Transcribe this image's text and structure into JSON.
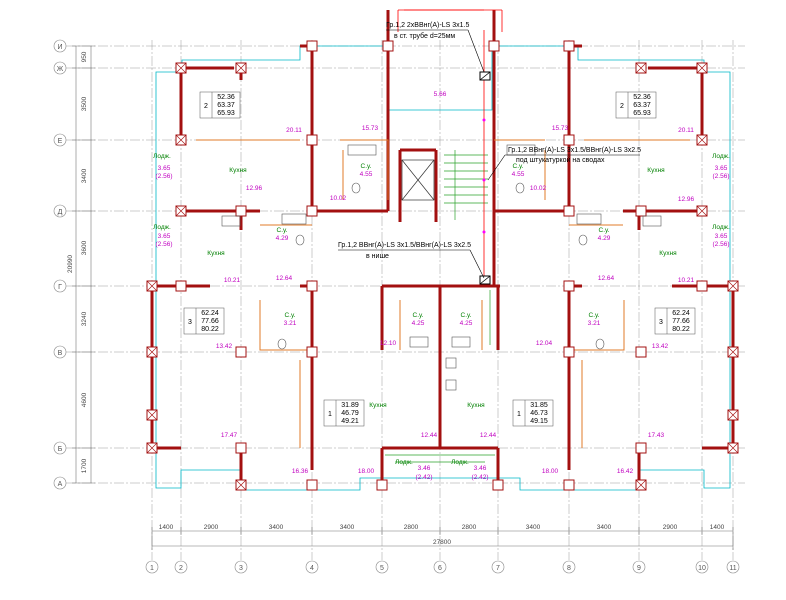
{
  "grid": {
    "rows": [
      "И",
      "Ж",
      "Е",
      "Д",
      "Г",
      "В",
      "Б",
      "А"
    ],
    "cols": [
      "1",
      "2",
      "3",
      "4",
      "5",
      "6",
      "7",
      "8",
      "9",
      "10",
      "11"
    ]
  },
  "dims": {
    "left": [
      "950",
      "3500",
      "3400",
      "3600",
      "20990",
      "3240",
      "4600",
      "1700"
    ],
    "bottom": [
      "1400",
      "2900",
      "3400",
      "3400",
      "2800",
      "2800",
      "3400",
      "3400",
      "2900",
      "1400"
    ],
    "total": "27800"
  },
  "notes": {
    "top_line1": "Гр.1,2 2хВВнг(А)-LS 3х1.5",
    "top_line2": "в ст. трубе d=25мм",
    "mid_line1": "Гр.1,2 ВВнг(А)-LS 3х1.5/ВВнг(А)-LS 3х2.5",
    "mid_line2": "под штукатуркой на сводах",
    "low_line1": "Гр.1,2 ВВнг(А)-LS 3х1.5/ВВнг(А)-LS 3х2.5",
    "low_line2": "в нише"
  },
  "rooms": {
    "kitchen": "Кухня",
    "wc": "С.у.",
    "loggia": "Лодж."
  },
  "apartments": {
    "tl": {
      "num": "2",
      "a": "52.36",
      "b": "63.37",
      "c": "65.93"
    },
    "tr": {
      "num": "2",
      "a": "52.36",
      "b": "63.37",
      "c": "65.93"
    },
    "ml": {
      "num": "3",
      "a": "62.24",
      "b": "77.66",
      "c": "80.22"
    },
    "mr": {
      "num": "3",
      "a": "62.24",
      "b": "77.66",
      "c": "80.22"
    },
    "bl": {
      "num": "1",
      "a": "31.89",
      "b": "46.79",
      "c": "49.21"
    },
    "br": {
      "num": "1",
      "a": "31.85",
      "b": "46.73",
      "c": "49.15"
    }
  },
  "areas": {
    "a566": "5.66",
    "a1573l": "15.73",
    "a1573r": "15.73",
    "a2011l": "20.11",
    "a2011r": "20.11",
    "a1296l": "12.96",
    "a1296r": "12.96",
    "a455l": "4.55",
    "a455r": "4.55",
    "a1002l": "10.02",
    "a1002r": "10.02",
    "a365l": "3.65",
    "a256l": "(2.56)",
    "a365r": "3.65",
    "a256r": "(2.56)",
    "a365l2": "3.65",
    "a256l2": "(2.56)",
    "a365r2": "3.65",
    "a256r2": "(2.56)",
    "a429l": "4.29",
    "a429r": "4.29",
    "a1021l": "10.21",
    "a1021r": "10.21",
    "a1264l": "12.64",
    "a1264r": "12.64",
    "a321l": "3.21",
    "a321r": "3.21",
    "a425l": "4.25",
    "a425r": "4.25",
    "a1342l": "13.42",
    "a1342r": "13.42",
    "a1210": "12.10",
    "a1204": "12.04",
    "a1747": "17.47",
    "a1743": "17.43",
    "a1244l": "12.44",
    "a1244r": "12.44",
    "a1636": "16.36",
    "a1800l": "18.00",
    "a1800r": "18.00",
    "a1642": "16.42",
    "a346l": "3.46",
    "a242l": "(2.42)",
    "a346r": "3.46",
    "a242r": "(2.42)"
  }
}
